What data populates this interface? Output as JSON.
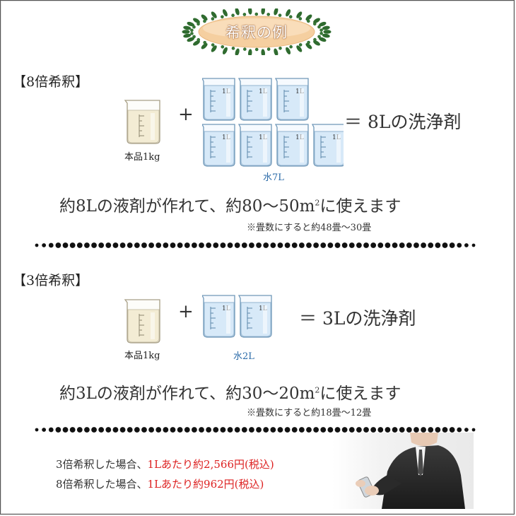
{
  "title": "希釈の例",
  "sections": [
    {
      "label": "【8倍希釈】",
      "concentrate_label": "本品1kg",
      "water_label": "水7L",
      "result": "＝ 8Lの洗浄剤",
      "summary_prefix": "約8Lの液剤が作れて、約80～50",
      "summary_unit": "m",
      "summary_unit_sup": "2",
      "summary_suffix": "に使えます",
      "note": "※畳数にすると約48畳～30畳"
    },
    {
      "label": "【3倍希釈】",
      "concentrate_label": "本品1kg",
      "water_label": "水2L",
      "result": "＝ 3Lの洗浄剤",
      "summary_prefix": "約3Lの液剤が作れて、約30～20",
      "summary_unit": "m",
      "summary_unit_sup": "2",
      "summary_suffix": "に使えます",
      "note": "※畳数にすると約18畳～12畳"
    }
  ],
  "beaker_mark": "1L",
  "plus": "+",
  "prices": [
    {
      "prefix": "3倍希釈した場合、",
      "highlight": "1Lあたり約2,566円(税込)"
    },
    {
      "prefix": "8倍希釈した場合、",
      "highlight": "1Lあたり約962円(税込)"
    }
  ],
  "colors": {
    "title_oval": "#f6d3a6",
    "water": "#cfe5f6",
    "concentrate": "#f1e7c9",
    "price_highlight": "#dd2222"
  }
}
